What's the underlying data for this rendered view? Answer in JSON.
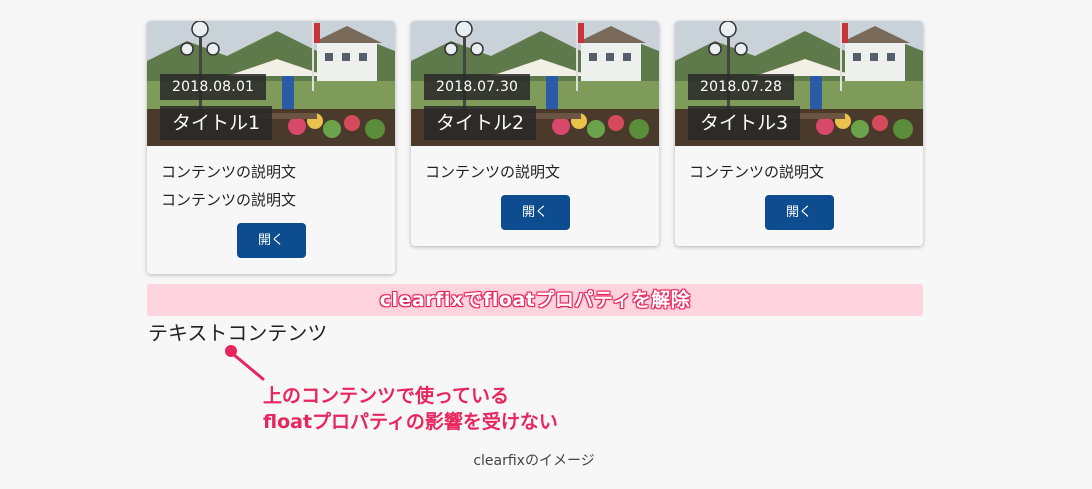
{
  "cards": [
    {
      "date": "2018.08.01",
      "title": "タイトル1",
      "descriptions": [
        "コンテンツの説明文",
        "コンテンツの説明文"
      ],
      "button_label": "開く"
    },
    {
      "date": "2018.07.30",
      "title": "タイトル2",
      "descriptions": [
        "コンテンツの説明文"
      ],
      "button_label": "開く"
    },
    {
      "date": "2018.07.28",
      "title": "タイトル3",
      "descriptions": [
        "コンテンツの説明文"
      ],
      "button_label": "開く"
    }
  ],
  "banner": "clearfixでfloatプロパティを解除",
  "text_content": "テキストコンテンツ",
  "note_lines": [
    "上のコンテンツで使っている",
    "floatプロパティの影響を受けない"
  ],
  "caption": "clearfixのイメージ",
  "colors": {
    "button": "#0d4d8f",
    "accent": "#e8265e",
    "banner_bg": "#ffd4de"
  }
}
